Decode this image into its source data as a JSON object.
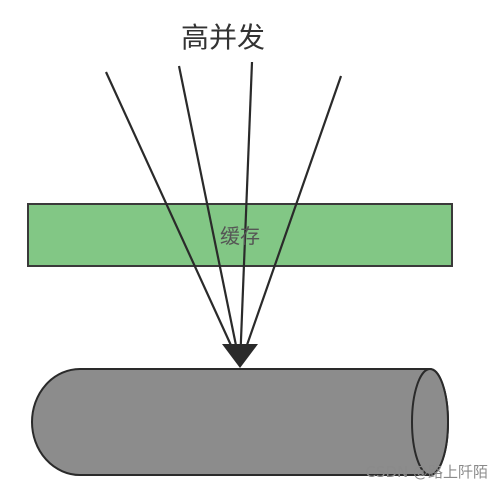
{
  "diagram": {
    "title": "高并发",
    "cache_label": "缓存",
    "request_arrow_count": 4,
    "colors": {
      "cache_fill": "#82c785",
      "cache_stroke": "#3a3a3a",
      "database_fill": "#8c8c8c",
      "database_stroke": "#2a2a2a",
      "arrow": "#2a2a2a"
    }
  },
  "watermark": {
    "text": "CSDN @路上阡陌"
  }
}
